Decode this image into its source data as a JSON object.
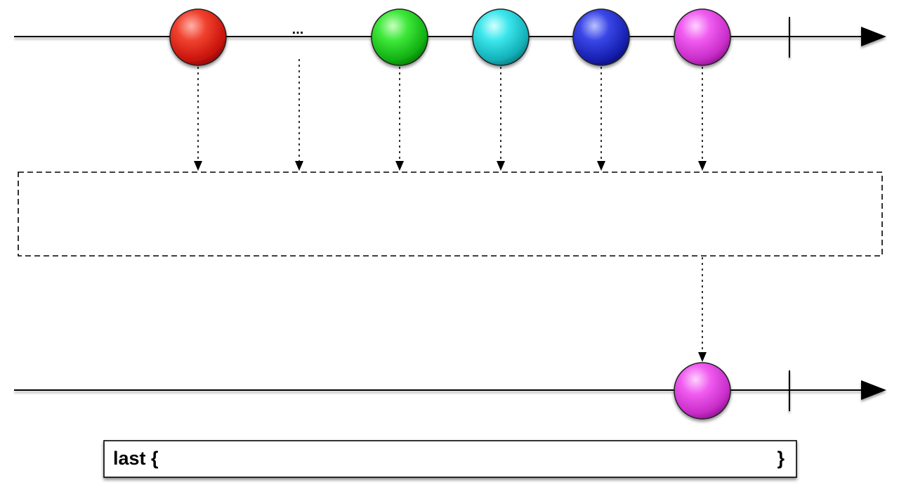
{
  "operator": {
    "name": "last",
    "open_brace": "{",
    "close_brace": "}"
  },
  "source": {
    "gap_label": "...",
    "marbles": [
      {
        "name": "red-marble",
        "color": "#e8231a"
      },
      {
        "name": "ellipsis"
      },
      {
        "name": "green-marble",
        "color": "#1fcc1f"
      },
      {
        "name": "cyan-marble",
        "color": "#22d2d8"
      },
      {
        "name": "blue-marble",
        "color": "#2430d0"
      },
      {
        "name": "magenta-marble",
        "color": "#e53ee6"
      }
    ]
  },
  "result": {
    "marbles": [
      {
        "name": "magenta-result-marble",
        "color": "#e53ee6"
      }
    ]
  }
}
